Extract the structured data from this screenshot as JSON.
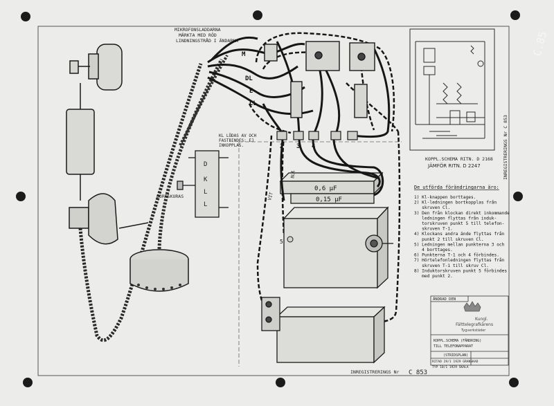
{
  "diagram": {
    "mic_note": [
      "MIKROFONSLADDARNA",
      "MÄRKTA MED RÖD",
      "LINDNINGSTRÅD I ÄNDARNA"
    ],
    "terminal_labels": [
      "M",
      "DL",
      "E",
      "CL"
    ],
    "kl_note": [
      "KL LÖDAS AV OCH",
      "FASTBINDES: EJ",
      "INKOPPLAS."
    ],
    "switch_labels": [
      "D",
      "K",
      "L",
      "L"
    ],
    "bortskuras": "BORTSKURAS",
    "points": [
      "2",
      "3",
      "4"
    ],
    "cap1": "0,6 μF",
    "cap2": "0,15 μF",
    "vit": "VIT",
    "bla": "BLÅ",
    "point5": "5",
    "schema_title": "KOPPL.SCHEMA  RITN. D 2168",
    "schema_ref": "JÄMFÖR  RITN. D 2247",
    "reg_side": "INREGISTRERINGS Nr  C 853",
    "reg_bottom_label": "INREGISTRERINGS Nr",
    "reg_bottom_num": "C 853",
    "corner_mark": "C.85",
    "changes_heading": "De utförda förändringarna äro:",
    "changes": [
      [
        "1) Kl-knappen borttages."
      ],
      [
        "2) Kl-ledningen bortkopplas från",
        "   skruven Cl."
      ],
      [
        "3) Den från klockan direkt inkommande",
        "   ledningen flyttas från induk-",
        "   torskruven punkt 5 till telefon-",
        "   skruven T-1."
      ],
      [
        "4) Klockans andra ände flyttas från",
        "   punkt 2 till skruven Cl."
      ],
      [
        "5) Ledningen mellan punkterna 3 och",
        "   4 borttages."
      ],
      [
        "6) Punkterna T-1 och 4 förbindes."
      ],
      [
        "7) Hörtelefonledningen flyttas från",
        "   skruven T-1 till skruv Cl."
      ],
      [
        "8) Induktorskruven punkt 5 förbindes",
        "   med punkt 2."
      ]
    ],
    "stamp": {
      "top": "ÄNDRAD DEN",
      "line1": "Kungl.",
      "line2": "Fälttelegrafkårens",
      "line3": "Tygverkstäder",
      "line4": "KOPPL.SCHEMA (FÄNDRING)",
      "line5": "TILL TELEFONAPPARAT",
      "line6": "(STRIDSPLAN)",
      "line7": "RITAD 29/1 1929   GRANSKAD",
      "line8": "TYP   10/1 1929   SKALA"
    }
  }
}
